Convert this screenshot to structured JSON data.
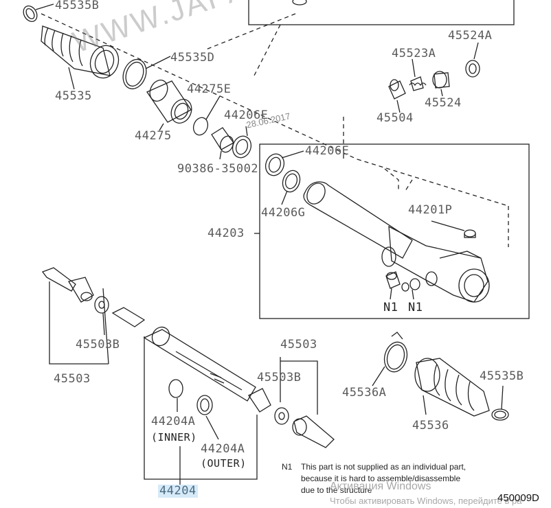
{
  "labels": {
    "p45535b": "45535B",
    "p45535": "45535",
    "p45535d": "45535D",
    "p44275e": "44275E",
    "p44275": "44275",
    "p44206e_top": "44206E",
    "p90386": "90386-35002",
    "p45524a": "45524A",
    "p45523a": "45523A",
    "p45524": "45524",
    "p45504": "45504",
    "p44206e": "44206E",
    "p44206g": "44206G",
    "p44201p": "44201P",
    "p44203": "44203",
    "n1a": "N1",
    "n1b": "N1",
    "p45503b_left": "45503B",
    "p45503_left": "45503",
    "p45503_right": "45503",
    "p45503b_right": "45503B",
    "p44204a_inner": "44204A",
    "inner": "(INNER)",
    "p44204a_outer": "44204A",
    "outer": "(OUTER)",
    "p44204": "44204",
    "p45536a": "45536A",
    "p45535b_right": "45535B",
    "p45536": "45536"
  },
  "note": {
    "marker": "N1",
    "line1": "This part is not supplied as an individual part,",
    "line2": "because it is hard to assemble/disassemble",
    "line3": "due to the structure"
  },
  "watermark": "WWW.JAPANCATS.RU",
  "date_stamp": "28.06.2017",
  "windows_activation": {
    "title": "Активация Windows",
    "subtitle": "Чтобы активировать Windows, перейдите в ра"
  },
  "figure_code": "450009D",
  "colors": {
    "line": "#222222",
    "label": "#5a5a5a",
    "highlight": "#d6eaf8"
  }
}
